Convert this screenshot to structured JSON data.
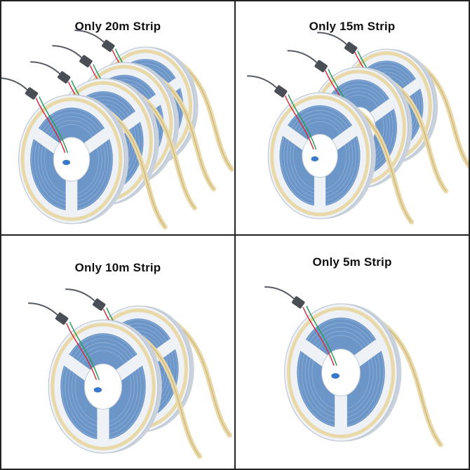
{
  "panels": [
    {
      "label": "Only 20m Strip"
    },
    {
      "label": "Only 15m Strip"
    },
    {
      "label": "Only 10m Strip"
    },
    {
      "label": "Only 5m Strip"
    }
  ],
  "colors": {
    "border": "#222222",
    "reel": "#eef2f6",
    "reel_shadow": "#c9d2dc",
    "coil": "#6d96c8",
    "strip": "#e9d9a8",
    "strip_edge": "#c9b47a",
    "cable": "#555b63",
    "connector": "#4a4f56"
  }
}
